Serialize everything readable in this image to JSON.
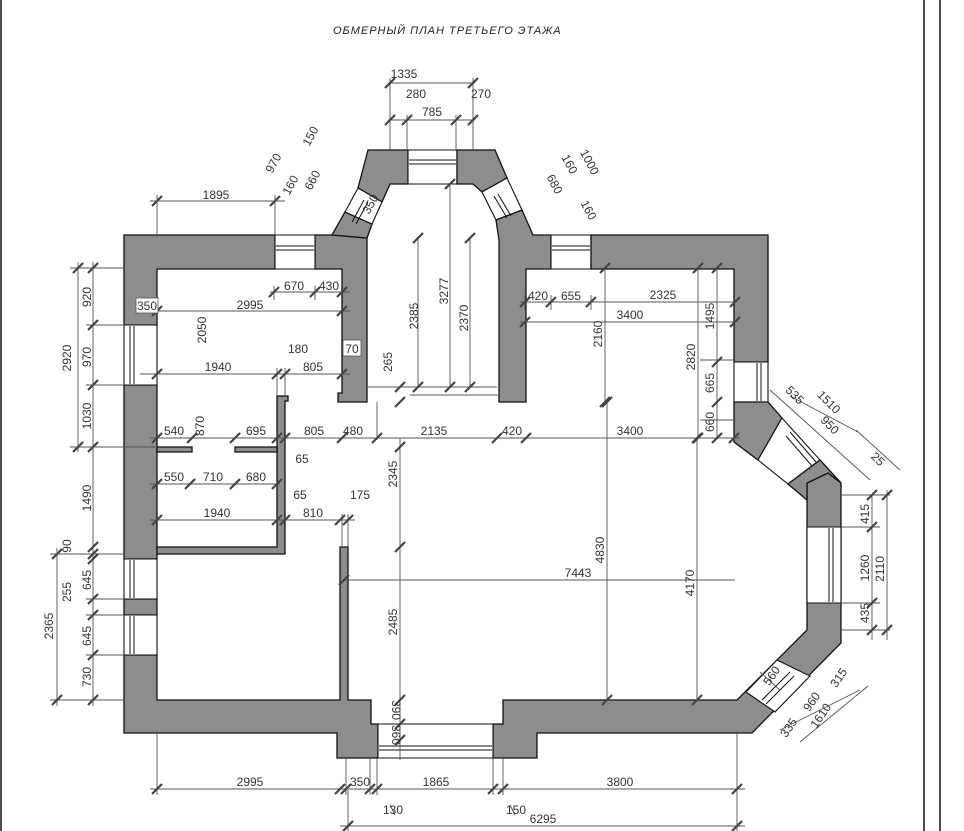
{
  "title": "ОБМЕРНЫЙ ПЛАН ТРЕТЬЕГО ЭТАЖА",
  "colors": {
    "wall": "#8c8d8f",
    "line": "#111111",
    "dimension": "#555555"
  },
  "dims": {
    "top_bay": [
      "1335",
      "280",
      "785",
      "270",
      "970",
      "150",
      "160",
      "660",
      "350",
      "1000",
      "160",
      "680",
      "160"
    ],
    "left_room": [
      "1895",
      "350",
      "2995",
      "670",
      "430",
      "2050",
      "1940",
      "180",
      "805",
      "70",
      "265",
      "2385",
      "3277",
      "2370"
    ],
    "left_side": [
      "920",
      "2920",
      "970",
      "1030",
      "1490",
      "90",
      "255",
      "645",
      "645",
      "730",
      "2365"
    ],
    "middle": [
      "540",
      "870",
      "695",
      "805",
      "65",
      "480",
      "2135",
      "420",
      "3400",
      "660",
      "550",
      "710",
      "680",
      "65",
      "1940",
      "810",
      "175",
      "2345",
      "2485",
      "7443",
      "4830",
      "4170"
    ],
    "right": [
      "420",
      "655",
      "2325",
      "3400",
      "2160",
      "1495",
      "2820",
      "665",
      "535",
      "1510",
      "950",
      "25",
      "415",
      "1260",
      "2110",
      "435",
      "560",
      "315",
      "960",
      "1610",
      "335"
    ],
    "bottom": [
      "390",
      "360",
      "2995",
      "350",
      "1865",
      "3800",
      "130",
      "150",
      "6295"
    ]
  }
}
